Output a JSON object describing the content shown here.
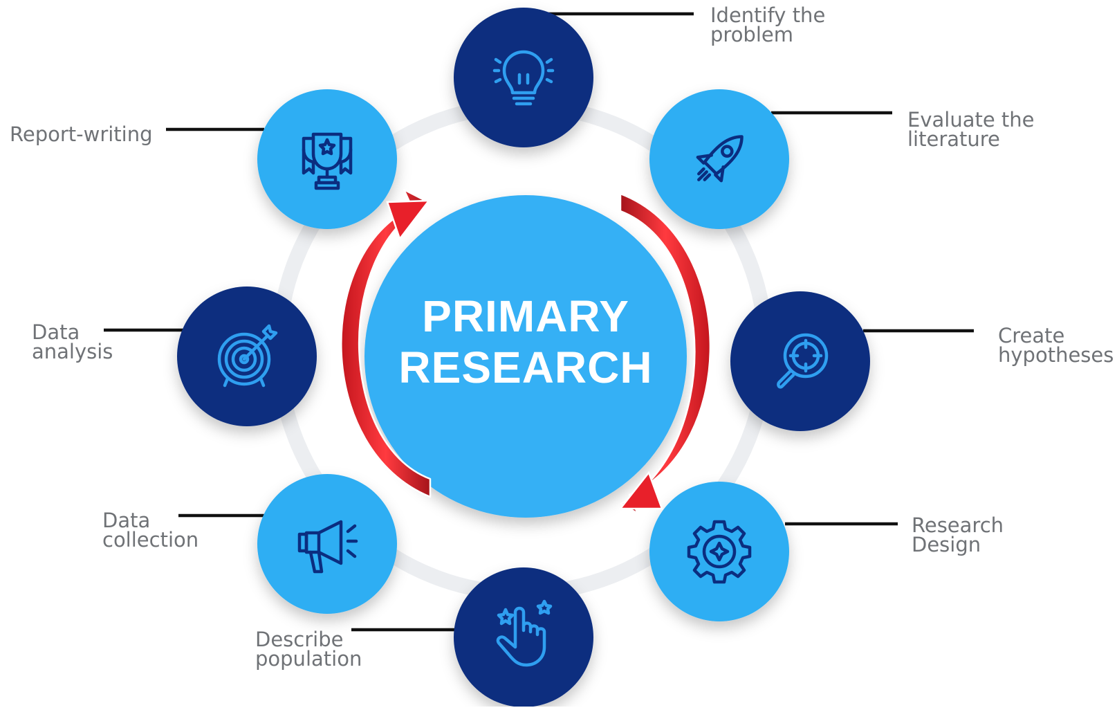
{
  "diagram": {
    "center": {
      "line1": "PRIMARY",
      "line2": "RESEARCH"
    },
    "steps": [
      {
        "id": "identify",
        "lines": [
          "Identify the",
          "problem"
        ],
        "icon": "lightbulb-icon",
        "tone": "dark"
      },
      {
        "id": "evaluate",
        "lines": [
          "Evaluate the",
          "literature"
        ],
        "icon": "rocket-icon",
        "tone": "light"
      },
      {
        "id": "hypotheses",
        "lines": [
          "Create",
          "hypotheses"
        ],
        "icon": "magnifier-crosshair-icon",
        "tone": "dark"
      },
      {
        "id": "design",
        "lines": [
          "Research",
          "Design"
        ],
        "icon": "gear-icon",
        "tone": "light"
      },
      {
        "id": "describe",
        "lines": [
          "Describe",
          "population"
        ],
        "icon": "hand-pointer-stars-icon",
        "tone": "dark"
      },
      {
        "id": "collection",
        "lines": [
          "Data",
          "collection"
        ],
        "icon": "megaphone-icon",
        "tone": "light"
      },
      {
        "id": "analysis",
        "lines": [
          "Data",
          "analysis"
        ],
        "icon": "target-arrow-icon",
        "tone": "dark"
      },
      {
        "id": "report",
        "lines": [
          "Report-writing"
        ],
        "icon": "trophy-icon",
        "tone": "light"
      }
    ]
  },
  "colors": {
    "dark_circle": "#0b2d7f",
    "light_circle": "#2daef3",
    "center_circle": "#35b0f5",
    "arrow": "#e8202a",
    "label_text": "#6f7276",
    "ring": "#eceef1"
  }
}
